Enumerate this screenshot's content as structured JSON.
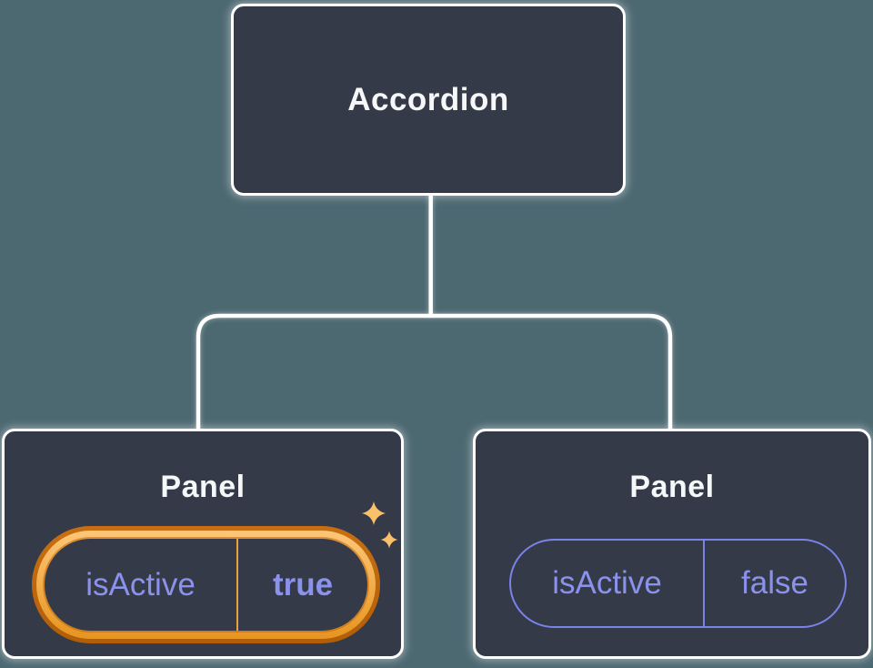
{
  "diagram": {
    "root": {
      "label": "Accordion"
    },
    "panels": [
      {
        "label": "Panel",
        "prop": {
          "name": "isActive",
          "value": "true"
        },
        "highlighted": true,
        "icon": "sparkles-icon"
      },
      {
        "label": "Panel",
        "prop": {
          "name": "isActive",
          "value": "false"
        },
        "highlighted": false
      }
    ]
  },
  "colors": {
    "background": "#4C6871",
    "card_fill": "#343A47",
    "card_border": "#FFFFFF",
    "title_text": "#F6F7F9",
    "prop_text": "#8A92EC",
    "pill_border_purple": "#7A83E8",
    "highlight_ring_dark_orange": "#C3690E",
    "highlight_ring_light_orange": "#FBBD6B",
    "divider_orange": "#EDA03F",
    "sparkle_orange": "#FAC06A",
    "connector_line": "#FFFFFF"
  }
}
